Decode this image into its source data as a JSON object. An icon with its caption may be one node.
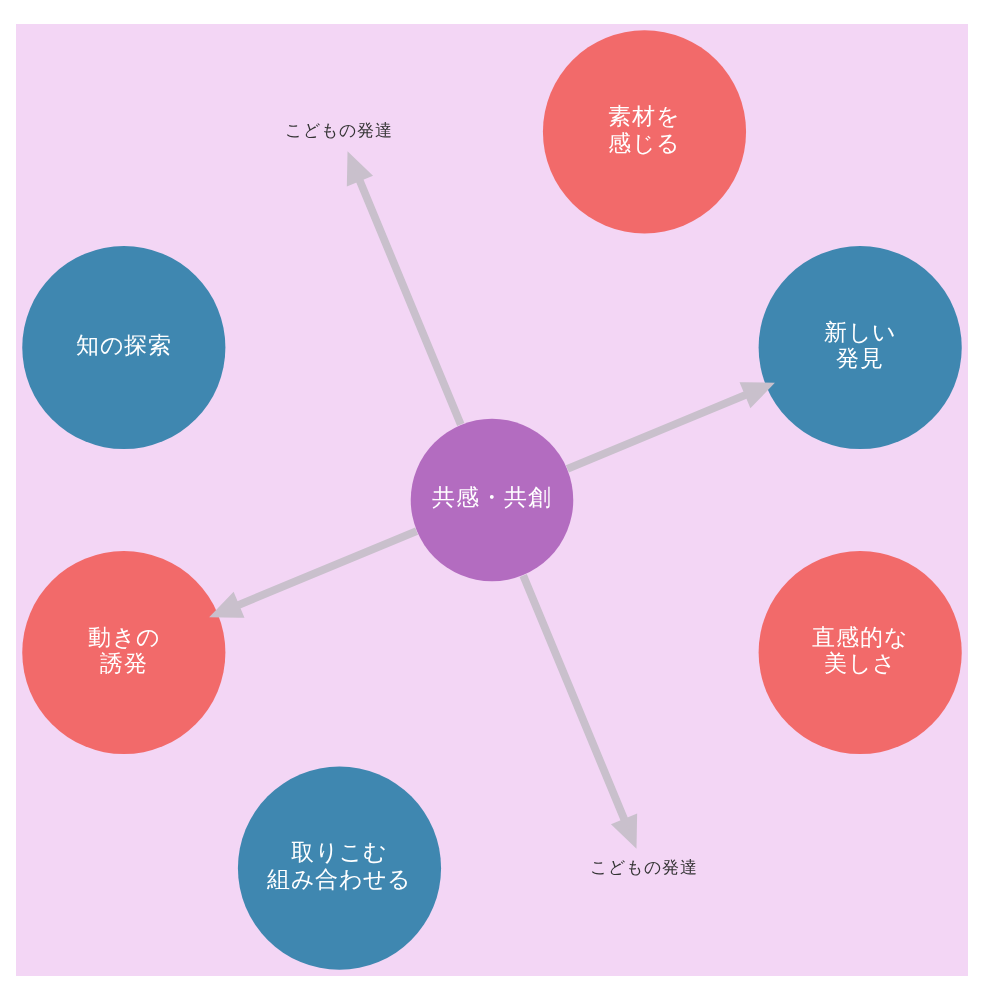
{
  "diagram": {
    "nodes": [
      {
        "text": [
          "新しい発見"
        ]
      },
      {
        "text": [
          "直感的な美しさ"
        ]
      },
      {
        "text": [
          "素材を感じる"
        ]
      },
      {
        "text": [
          "こどもの発達"
        ]
      },
      {
        "text": [
          "共感・共創"
        ]
      },
      {
        "text": [
          "こどもの発達"
        ]
      },
      {
        "text": [
          "取りこむ組み合わせる"
        ]
      },
      {
        "text": [
          "知の探索"
        ]
      },
      {
        "text": [
          "動きの誘発"
        ]
      }
    ],
    "edges": [
      {
        "from": 4,
        "to": 0,
        "arrow": "to"
      },
      {
        "from": 4,
        "to": 3,
        "arrow": "to"
      },
      {
        "from": 4,
        "to": 5,
        "arrow": "to"
      },
      {
        "from": 4,
        "to": 8,
        "arrow": "to"
      }
    ]
  }
}
